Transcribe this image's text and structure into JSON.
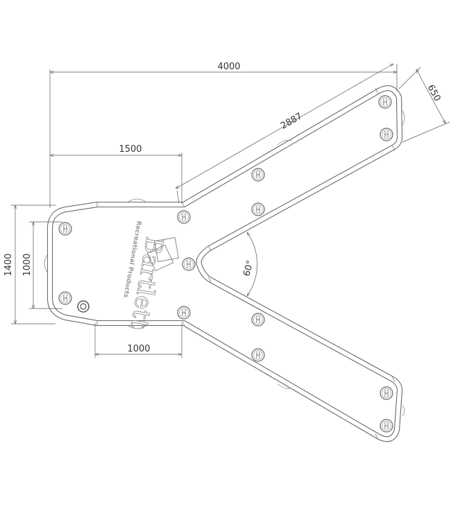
{
  "drawing": {
    "dimensions": {
      "overall_length": "4000",
      "arm_length": "2887",
      "arm_width": "650",
      "body_length": "1500",
      "body_height": "1400",
      "bolt_spacing_vertical": "1000",
      "bolt_spacing_horizontal": "1000",
      "arm_angle": "60°"
    },
    "logo": {
      "brand": "Bartlett",
      "tagline": "Recreational Products"
    },
    "colors": {
      "line": "#555555",
      "bolt": "#666666"
    }
  }
}
